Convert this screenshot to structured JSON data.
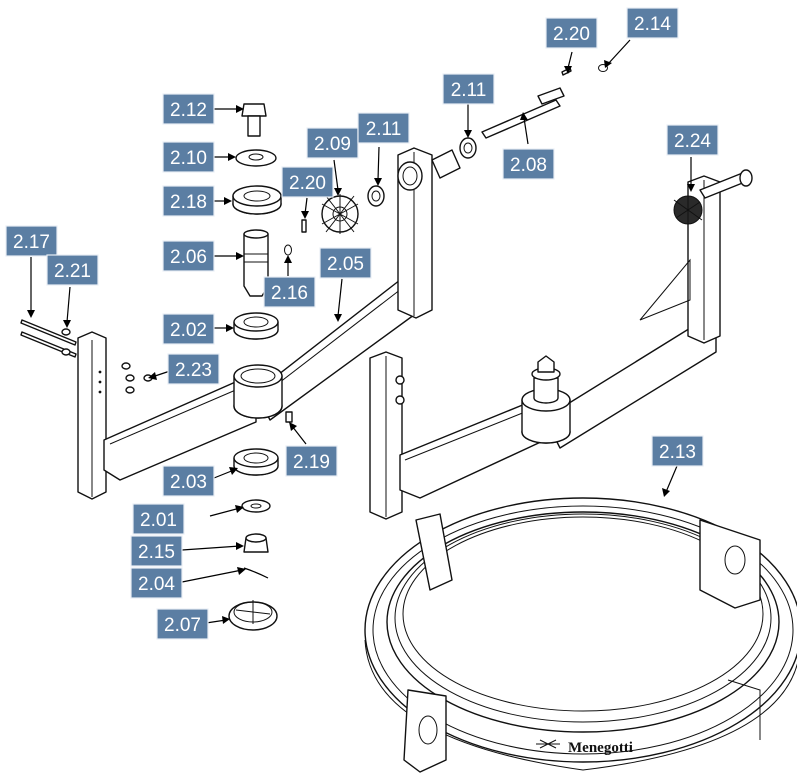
{
  "theme": {
    "label_bg": "#5b7ea3",
    "label_border": "#e8eef5",
    "label_text": "#ffffff",
    "line": "#000000"
  },
  "callouts": {
    "c_2_20a": "2.20",
    "c_2_14": "2.14",
    "c_2_11a": "2.11",
    "c_2_12": "2.12",
    "c_2_09": "2.09",
    "c_2_11b": "2.11",
    "c_2_10": "2.10",
    "c_2_08": "2.08",
    "c_2_24": "2.24",
    "c_2_18": "2.18",
    "c_2_20b": "2.20",
    "c_2_17": "2.17",
    "c_2_21": "2.21",
    "c_2_06": "2.06",
    "c_2_05": "2.05",
    "c_2_16": "2.16",
    "c_2_02": "2.02",
    "c_2_23": "2.23",
    "c_2_19": "2.19",
    "c_2_13": "2.13",
    "c_2_03": "2.03",
    "c_2_01": "2.01",
    "c_2_15": "2.15",
    "c_2_04": "2.04",
    "c_2_07": "2.07"
  },
  "brand": {
    "logo_text": "Menegotti"
  }
}
